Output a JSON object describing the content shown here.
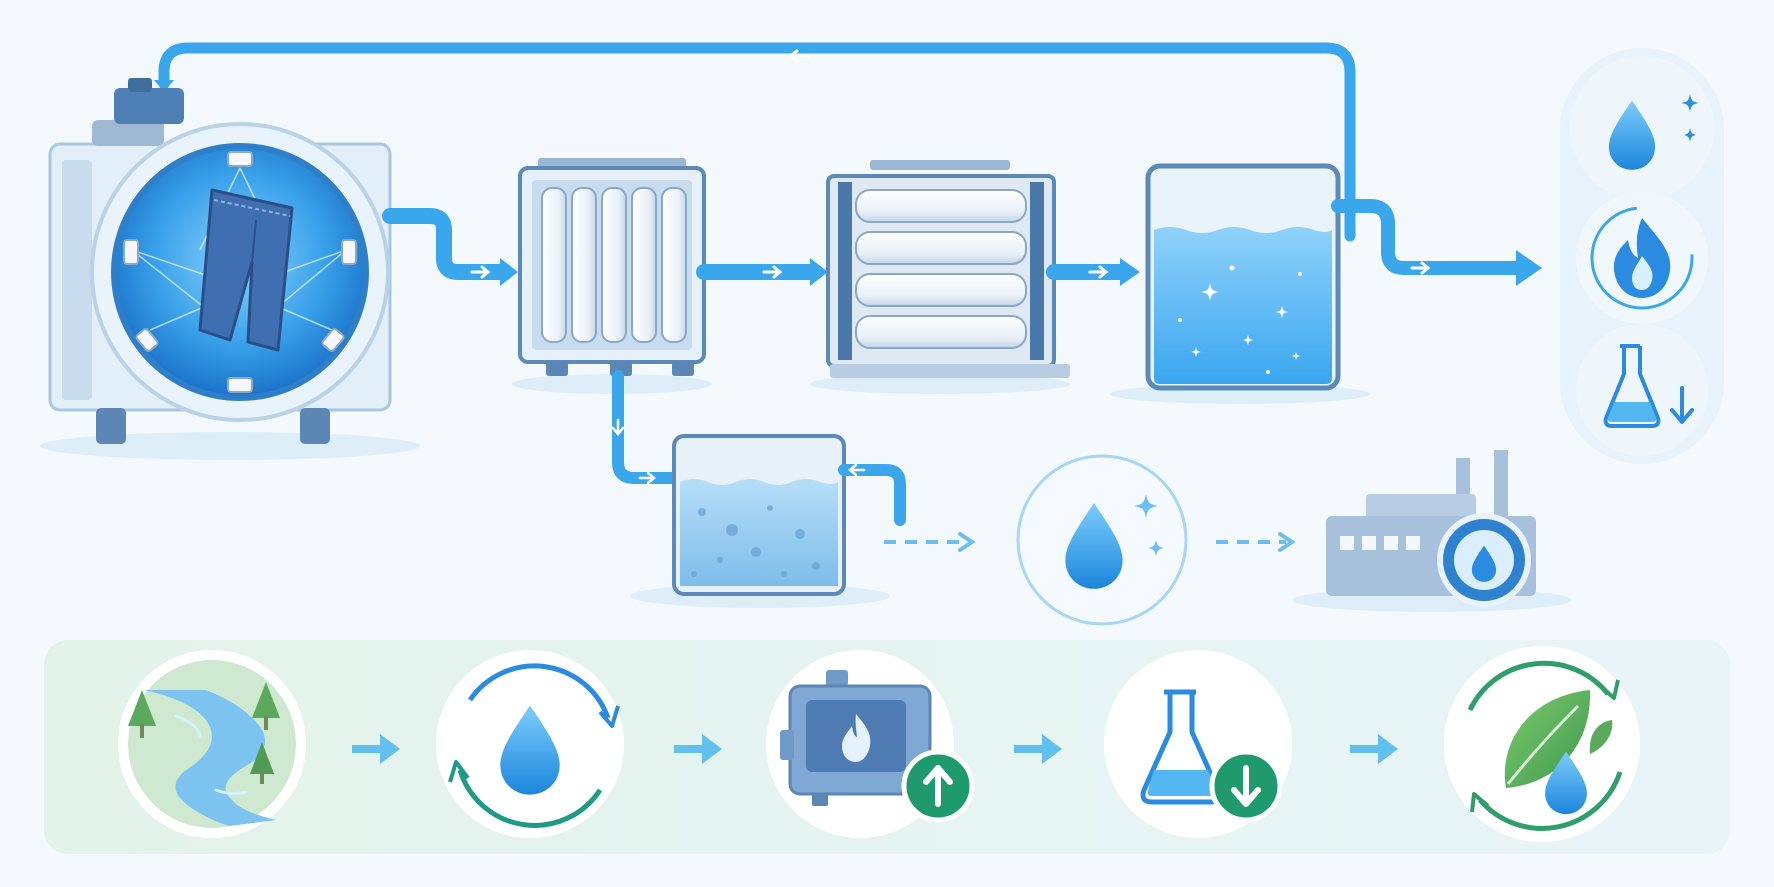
{
  "colors": {
    "background": "#f3f9fd",
    "pipe": "#3aa7ec",
    "pipe_dark": "#1f7fd0",
    "machine_body": "#dbeaf6",
    "machine_frame": "#7ea6cf",
    "water_light": "#bfe3fb",
    "water": "#55b7f2",
    "water_deep": "#1e88db",
    "bottom_band": "#e6f4ee",
    "leaf_green": "#59b35a",
    "badge_green": "#1e9a6c"
  },
  "process_flow": {
    "stages": [
      {
        "id": "washing-machine",
        "icon": "denim-washing-machine-icon"
      },
      {
        "id": "vertical-membrane-filter",
        "icon": "vertical-filter-cartridges-icon"
      },
      {
        "id": "horizontal-membrane-unit",
        "icon": "horizontal-membrane-modules-icon"
      },
      {
        "id": "clean-water-tank",
        "icon": "sparkling-water-tank-icon"
      }
    ],
    "side_branch": [
      {
        "id": "sludge-tank",
        "icon": "settling-tank-icon"
      },
      {
        "id": "recovered-water",
        "icon": "water-drop-sparkle-icon"
      },
      {
        "id": "factory-reuse",
        "icon": "factory-water-icon"
      }
    ],
    "outcomes": [
      {
        "id": "clean-water-outcome",
        "icon": "sparkling-drop-icon"
      },
      {
        "id": "energy-outcome",
        "icon": "flame-icon"
      },
      {
        "id": "chemical-reduction-outcome",
        "icon": "flask-down-arrow-icon"
      }
    ],
    "recirculation_loop": {
      "icon": "return-arrow-icon"
    }
  },
  "benefits_band": {
    "items": [
      {
        "id": "river-protection",
        "icon": "river-landscape-icon"
      },
      {
        "id": "water-recycling",
        "icon": "circular-water-drop-icon"
      },
      {
        "id": "energy-recovery",
        "icon": "boiler-up-arrow-icon"
      },
      {
        "id": "chemical-reduction",
        "icon": "flask-down-arrow-icon"
      },
      {
        "id": "sustainability",
        "icon": "leaf-drop-cycle-icon"
      }
    ],
    "connector_icon": "chevron-arrow-icon"
  }
}
